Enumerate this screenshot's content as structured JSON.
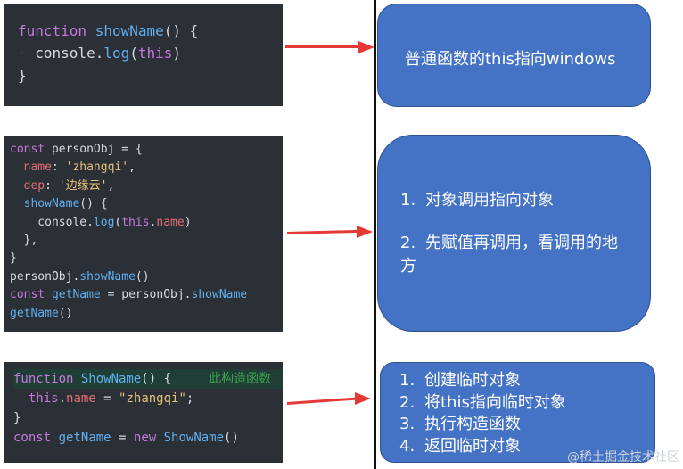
{
  "code_blocks": [
    {
      "lines": [
        [
          [
            "kw",
            "function "
          ],
          [
            "fn",
            "showName"
          ],
          [
            "plain",
            "() {"
          ]
        ],
        [
          [
            "ghost",
            "· "
          ],
          [
            "plain",
            "console."
          ],
          [
            "fn",
            "log"
          ],
          [
            "plain",
            "("
          ],
          [
            "kw",
            "this"
          ],
          [
            "plain",
            ")"
          ]
        ],
        [
          [
            "plain",
            "}"
          ]
        ]
      ]
    },
    {
      "lines": [
        [
          [
            "kw",
            "const "
          ],
          [
            "plain",
            "personObj = {"
          ]
        ],
        [
          [
            "plain",
            "  "
          ],
          [
            "prop",
            "name"
          ],
          [
            "plain",
            ": "
          ],
          [
            "str",
            "'zhangqi'"
          ],
          [
            "plain",
            ","
          ]
        ],
        [
          [
            "plain",
            "  "
          ],
          [
            "prop",
            "dep"
          ],
          [
            "plain",
            ": "
          ],
          [
            "str",
            "'边缘云'"
          ],
          [
            "plain",
            ","
          ]
        ],
        [
          [
            "plain",
            "  "
          ],
          [
            "fn",
            "showName"
          ],
          [
            "plain",
            "() {"
          ]
        ],
        [
          [
            "plain",
            "    console."
          ],
          [
            "fn",
            "log"
          ],
          [
            "plain",
            "("
          ],
          [
            "kw",
            "this"
          ],
          [
            "plain",
            "."
          ],
          [
            "prop",
            "name"
          ],
          [
            "plain",
            ")"
          ]
        ],
        [
          [
            "plain",
            "  },"
          ]
        ],
        [
          [
            "plain",
            "}"
          ]
        ],
        [
          [
            "plain",
            "personObj."
          ],
          [
            "fn",
            "showName"
          ],
          [
            "plain",
            "()"
          ]
        ],
        [
          [
            "kw",
            "const "
          ],
          [
            "fn",
            "getName"
          ],
          [
            "plain",
            " = personObj."
          ],
          [
            "fn",
            "showName"
          ]
        ],
        [
          [
            "fn",
            "getName"
          ],
          [
            "plain",
            "()"
          ]
        ]
      ]
    },
    {
      "lines": [
        [
          [
            "kw",
            "function "
          ],
          [
            "fn",
            "ShowName"
          ],
          [
            "plain",
            "() {     "
          ],
          [
            "cmt",
            "此构造函数"
          ]
        ],
        [
          [
            "plain",
            "  "
          ],
          [
            "kw",
            "this"
          ],
          [
            "plain",
            "."
          ],
          [
            "prop",
            "name"
          ],
          [
            "plain",
            " = "
          ],
          [
            "str",
            "\"zhangqi\""
          ],
          [
            "plain",
            ";"
          ]
        ],
        [
          [
            "plain",
            "}"
          ]
        ],
        [
          [
            "kw",
            "const "
          ],
          [
            "fn",
            "getName"
          ],
          [
            "plain",
            " = "
          ],
          [
            "kw",
            "new "
          ],
          [
            "fn",
            "ShowName"
          ],
          [
            "plain",
            "()"
          ]
        ]
      ]
    }
  ],
  "boxes": {
    "box1": {
      "text": "普通函数的this指向windows"
    },
    "box2": {
      "item1_num": "1.",
      "item1_text": "对象调用指向对象",
      "item2_num": "2.",
      "item2_text": "先赋值再调用，看调用的地方"
    },
    "box3": {
      "items": [
        {
          "num": "1.",
          "text": "创建临时对象"
        },
        {
          "num": "2.",
          "text": "将this指向临时对象"
        },
        {
          "num": "3.",
          "text": "执行构造函数"
        },
        {
          "num": "4.",
          "text": "返回临时对象"
        }
      ]
    }
  },
  "watermark": "@稀土掘金技术社区",
  "colors": {
    "box": "#4472c4",
    "arrow": "#e53935",
    "code_bg": "#2b2f36"
  }
}
